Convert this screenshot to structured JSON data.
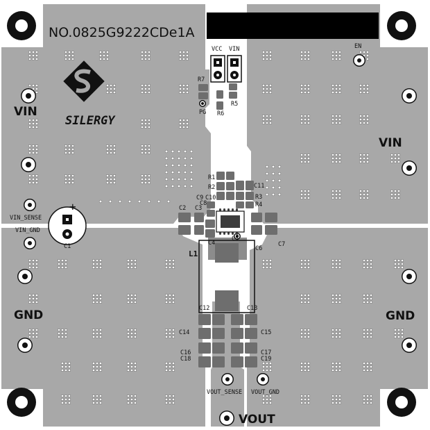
{
  "board": {
    "part_number": "NO.0825G9222CDe1A",
    "logo_text": "SILERGY",
    "colors": {
      "copper": "#a8a8a8",
      "copper_dark": "#8c8c8c",
      "pad": "#6e6e6e",
      "pad_dark": "#3c3c3c",
      "silk": "#111111",
      "background": "#ffffff"
    }
  },
  "terminals": {
    "vin_left": "VIN",
    "vin_right": "VIN",
    "gnd_left": "GND",
    "gnd_right": "GND",
    "vout": "VOUT",
    "vin_sense": "VIN_SENSE",
    "vin_gnd": "VIN_GND",
    "vout_sense": "VOUT_SENSE",
    "vout_gnd": "VOUT_GND",
    "en": "EN",
    "vcc": "VCC",
    "vin_header": "VIN",
    "pg": "PG",
    "plus": "+"
  },
  "refdes": {
    "R1": "R1",
    "R2": "R2",
    "R3": "R3",
    "R4": "R4",
    "R5": "R5",
    "R6": "R6",
    "R7": "R7",
    "C1": "C1",
    "C2": "C2",
    "C3": "C3",
    "C4": "C4",
    "C5": "C5",
    "C6": "C6",
    "C7": "C7",
    "C8": "C8",
    "C9": "C9",
    "C10": "C10",
    "C11": "C11",
    "C12": "C12",
    "C13": "C13",
    "C14": "C14",
    "C15": "C15",
    "C16": "C16",
    "C17": "C17",
    "C18": "C18",
    "C19": "C19",
    "L1": "L1"
  }
}
